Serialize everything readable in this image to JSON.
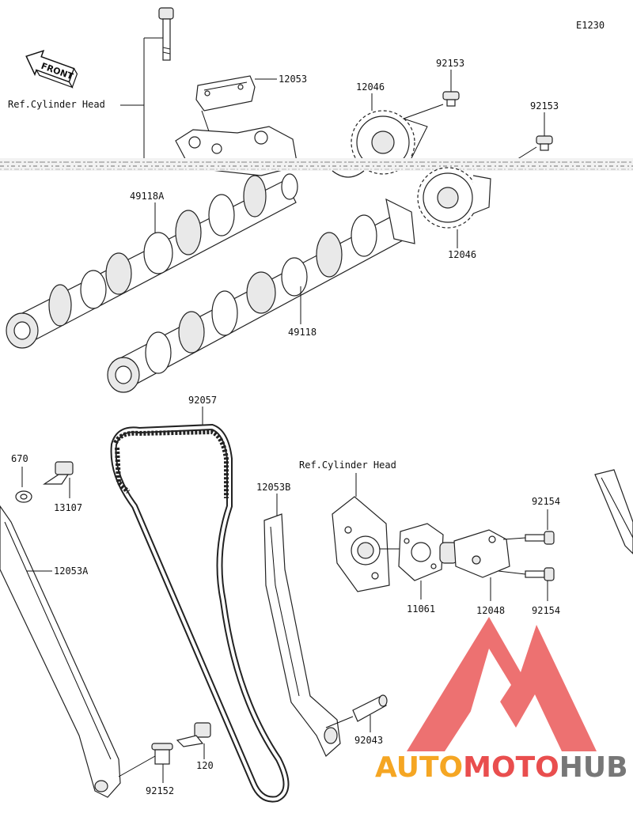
{
  "diagram_code": "E1230",
  "front_label": "FRONT",
  "ref_cylinder_head_1": "Ref.Cylinder Head",
  "ref_cylinder_head_2": "Ref.Cylinder Head",
  "parts": {
    "p12053": "12053",
    "p12046_top": "12046",
    "p92153_a": "92153",
    "p92153_b": "92153",
    "p49118A": "49118A",
    "p12046_bottom": "12046",
    "p49118": "49118",
    "p92057": "92057",
    "p670": "670",
    "p13107": "13107",
    "p12053B": "12053B",
    "p92154_a": "92154",
    "p11061": "11061",
    "p12048": "12048",
    "p92154_b": "92154",
    "p12053A": "12053A",
    "p92043": "92043",
    "p120": "120",
    "p92152": "92152"
  },
  "watermark": {
    "part_auto": "AUTO",
    "part_moto": "MOTO",
    "part_hub": "HUB",
    "color_orange": "#f5a623",
    "color_red": "#e94e4e",
    "color_gray": "#777777"
  }
}
